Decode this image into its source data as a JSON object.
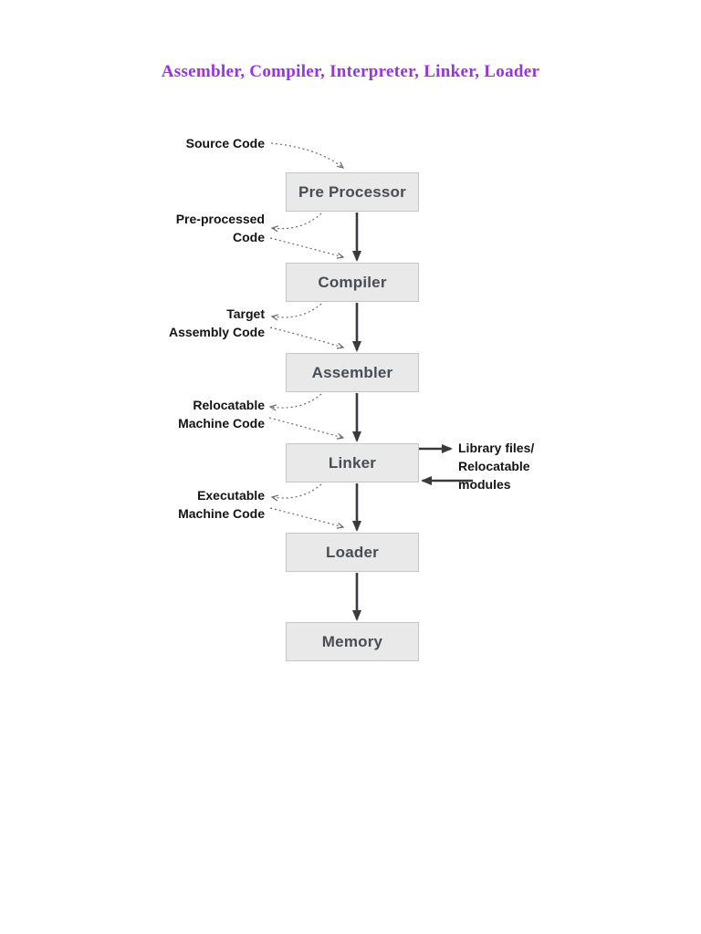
{
  "page": {
    "title": "Assembler, Compiler, Interpreter, Linker, Loader"
  },
  "colors": {
    "title_color": "#9933e0",
    "box_fill": "#e9e9e9",
    "box_border": "#c6c6c6",
    "box_text": "#484c54",
    "arrow_color": "#3a3a3e",
    "dashed_arrow_color": "#6a6a6a",
    "label_color": "#141414"
  },
  "diagram": {
    "nodes": [
      {
        "id": "pre-processor",
        "label": "Pre Processor"
      },
      {
        "id": "compiler",
        "label": "Compiler"
      },
      {
        "id": "assembler",
        "label": "Assembler"
      },
      {
        "id": "linker",
        "label": "Linker"
      },
      {
        "id": "loader",
        "label": "Loader"
      },
      {
        "id": "memory",
        "label": "Memory"
      }
    ],
    "side_labels": [
      {
        "id": "source-code",
        "lines": [
          "Source Code"
        ]
      },
      {
        "id": "pre-processed-code",
        "lines": [
          "Pre-processed",
          "Code"
        ]
      },
      {
        "id": "target-assembly-code",
        "lines": [
          "Target",
          "Assembly Code"
        ]
      },
      {
        "id": "relocatable-machine-code",
        "lines": [
          "Relocatable",
          "Machine Code"
        ]
      },
      {
        "id": "executable-machine-code",
        "lines": [
          "Executable",
          "Machine Code"
        ]
      }
    ],
    "right_label": {
      "lines": [
        "Library files/",
        "Relocatable",
        "modules"
      ]
    }
  }
}
